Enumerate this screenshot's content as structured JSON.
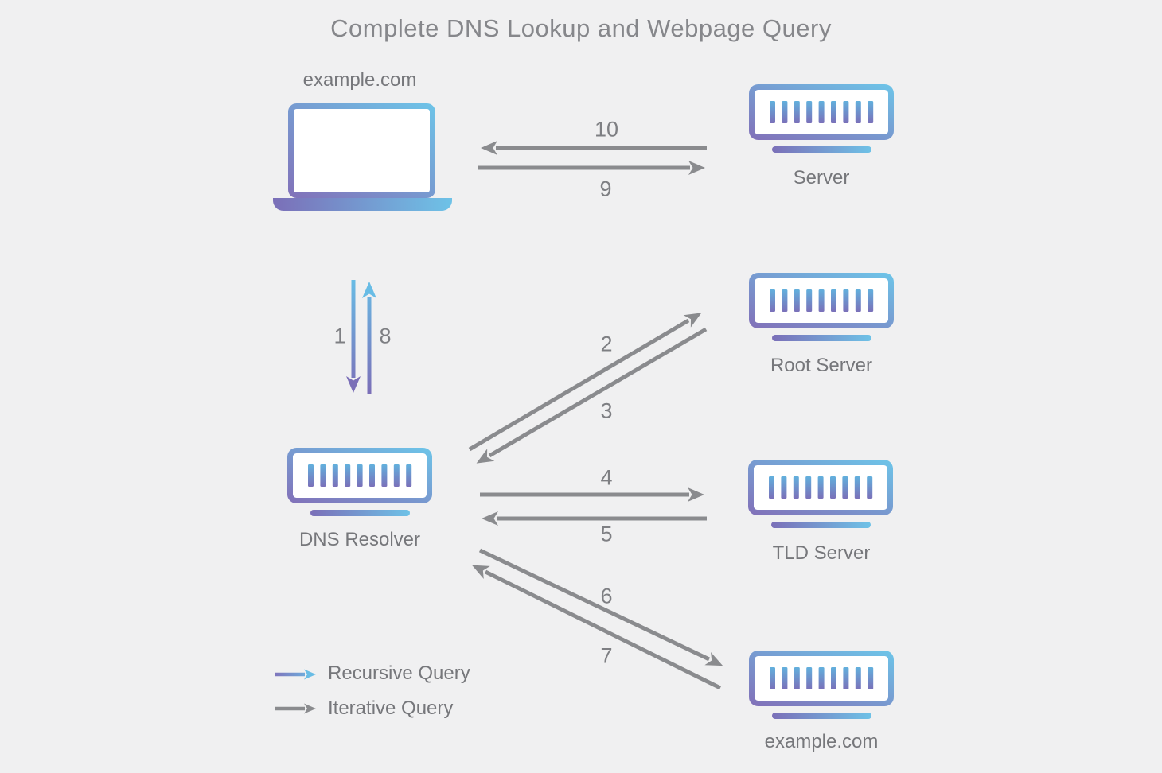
{
  "title": "Complete DNS Lookup and Webpage Query",
  "nodes": {
    "client": {
      "label": "example.com"
    },
    "web_server": {
      "label": "Server"
    },
    "dns_resolver": {
      "label": "DNS Resolver"
    },
    "root_server": {
      "label": "Root Server"
    },
    "tld_server": {
      "label": "TLD Server"
    },
    "authoritative_server": {
      "label": "example.com"
    }
  },
  "steps": {
    "s1": "1",
    "s2": "2",
    "s3": "3",
    "s4": "4",
    "s5": "5",
    "s6": "6",
    "s7": "7",
    "s8": "8",
    "s9": "9",
    "s10": "10"
  },
  "legend": {
    "recursive_label": "Recursive Query",
    "iterative_label": "Iterative Query"
  },
  "colors": {
    "background": "#f0f0f1",
    "gradient_purple": "#8173ba",
    "gradient_blue": "#6ec2e7",
    "iterative_gray": "#8a8b8e",
    "text_gray": "#76777b"
  }
}
